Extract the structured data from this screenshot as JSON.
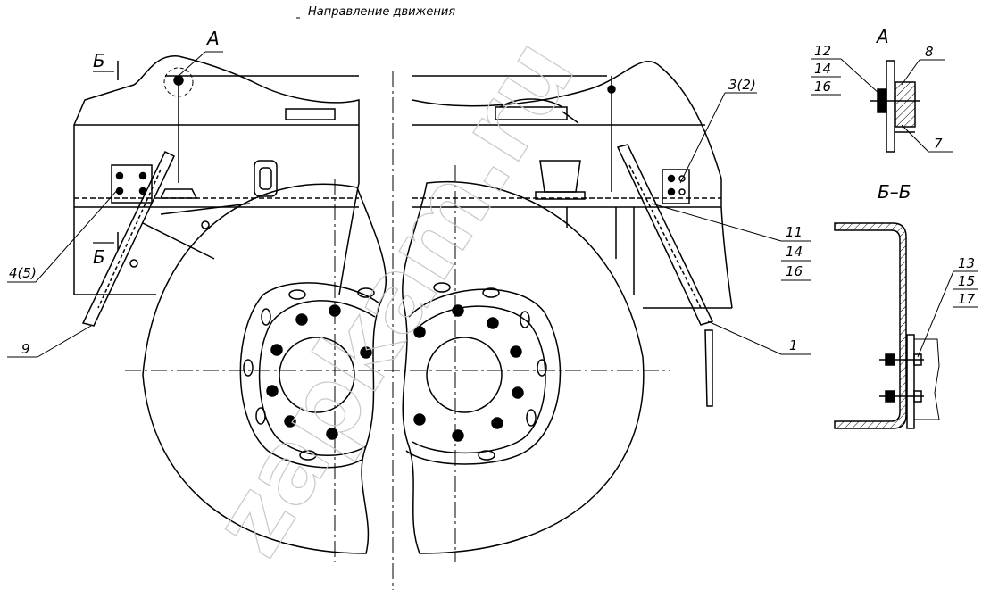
{
  "title": "Направление движения",
  "views": {
    "view_a": "А",
    "section_bb": "Б–Б",
    "cut_letter": "Б"
  },
  "labels": {
    "top_a": "А",
    "callout_12": "12",
    "callout_14a": "14",
    "callout_16a": "16",
    "callout_8": "8",
    "callout_7": "7",
    "callout_3_2": "3(2)",
    "callout_11": "11",
    "callout_14b": "14",
    "callout_16b": "16",
    "callout_13": "13",
    "callout_15": "15",
    "callout_17": "17",
    "callout_1": "1",
    "callout_4_5": "4(5)",
    "callout_9": "9"
  },
  "watermark": "zapkam.ru"
}
